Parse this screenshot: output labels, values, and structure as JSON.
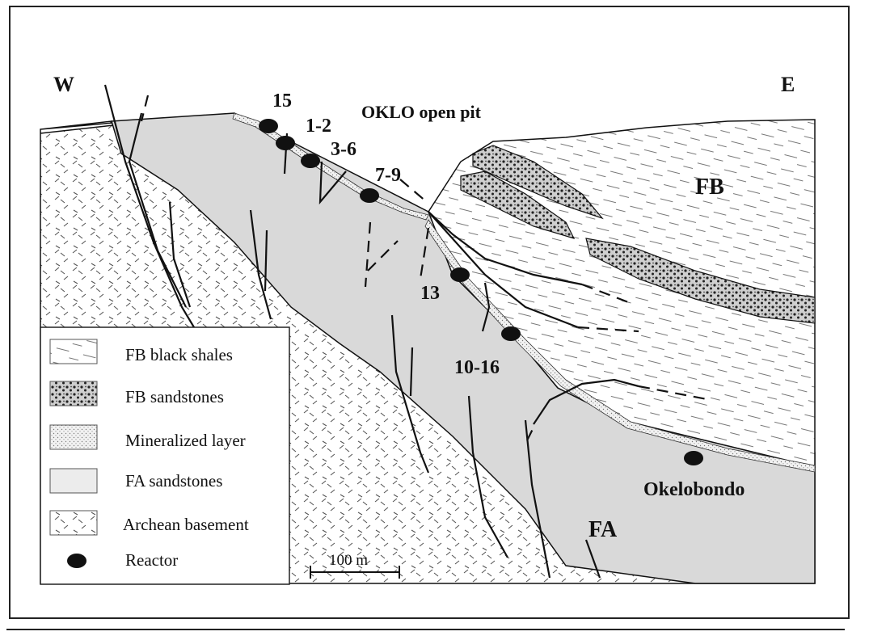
{
  "title": "OKLO open pit",
  "directions": {
    "west": "W",
    "east": "E"
  },
  "unit_labels": {
    "fb": "FB",
    "fa": "FA"
  },
  "reactor_labels": [
    "15",
    "1-2",
    "3-6",
    "7-9",
    "13",
    "10-16"
  ],
  "site_labels": {
    "okelobondo": "Okelobondo"
  },
  "legend": {
    "items": [
      {
        "pattern": "black-shale-hatch",
        "label": "FB black shales"
      },
      {
        "pattern": "sandstone-dots",
        "label": "FB sandstones"
      },
      {
        "pattern": "fine-stipple",
        "label": "Mineralized layer"
      },
      {
        "pattern": "light-fill",
        "label": "FA sandstones"
      },
      {
        "pattern": "cross-hatch",
        "label": "Archean basement"
      },
      {
        "pattern": "reactor-dot",
        "label": "Reactor"
      }
    ]
  },
  "scale_bar": {
    "label": "100 m"
  },
  "colors": {
    "ink": "#111111",
    "fa_fill": "#d9d9d9",
    "background": "#ffffff"
  }
}
